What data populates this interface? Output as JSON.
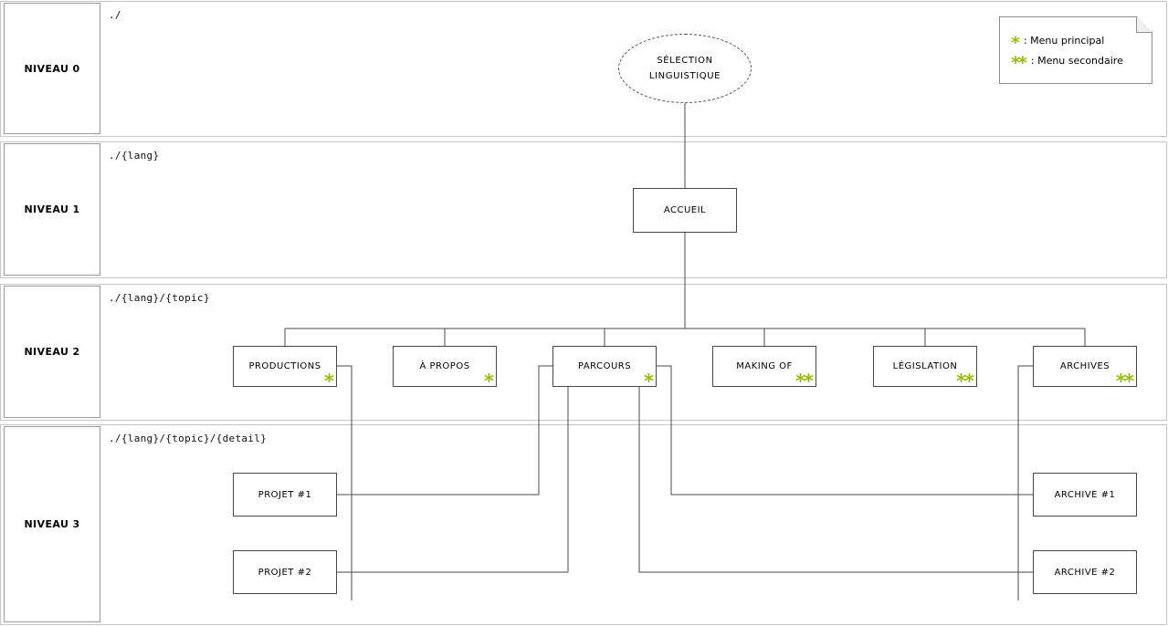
{
  "levels": [
    {
      "label": "NIVEAU 0",
      "path": "./"
    },
    {
      "label": "NIVEAU 1",
      "path": "./{lang}"
    },
    {
      "label": "NIVEAU 2",
      "path": "./{lang}/{topic}"
    },
    {
      "label": "NIVEAU 3",
      "path": "./{lang}/{topic}/{detail}"
    }
  ],
  "nodes": {
    "root": {
      "line1": "SÉLECTION",
      "line2": "LINGUISTIQUE"
    },
    "accueil": {
      "label": "ACCUEIL"
    },
    "level2": [
      {
        "label": "PRODUCTIONS",
        "marker": "*"
      },
      {
        "label": "À PROPOS",
        "marker": "*"
      },
      {
        "label": "PARCOURS",
        "marker": "*"
      },
      {
        "label": "MAKING OF",
        "marker": "**"
      },
      {
        "label": "LÉGISLATION",
        "marker": "**"
      },
      {
        "label": "ARCHIVES",
        "marker": "**"
      }
    ],
    "level3": [
      {
        "label": "PROJET #1"
      },
      {
        "label": "PROJET #2"
      },
      {
        "label": "ARCHIVE #1"
      },
      {
        "label": "ARCHIVE #2"
      }
    ]
  },
  "legend": {
    "rows": [
      {
        "marker": "*",
        "label": ": Menu principal"
      },
      {
        "marker": "**",
        "label": ": Menu secondaire"
      }
    ]
  },
  "colors": {
    "marker": "#97be0d",
    "line": "#4a4a4a"
  }
}
